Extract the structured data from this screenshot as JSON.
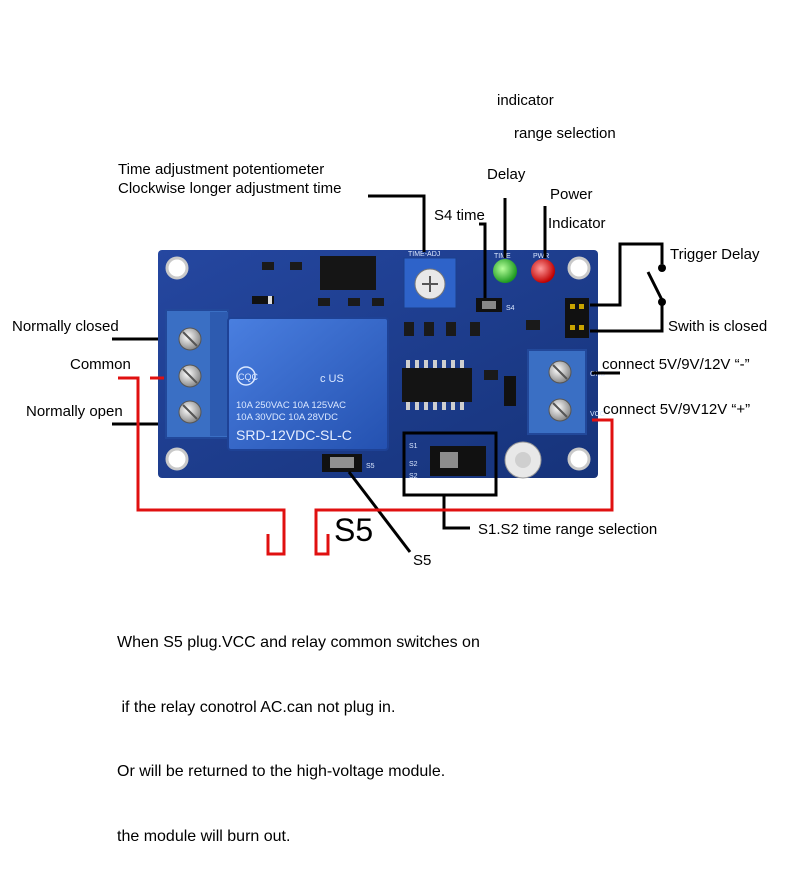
{
  "labels": {
    "indicator_top": "indicator",
    "range_selection": "range selection",
    "pot_line1": "Time adjustment potentiometer",
    "pot_line2": "Clockwise longer adjustment time",
    "delay": "Delay",
    "power": "Power",
    "indicator": "Indicator",
    "s4_time": "S4 time",
    "trigger_delay": "Trigger Delay",
    "switch_closed": "Swith is closed",
    "normally_closed": "Normally closed",
    "common": "Common",
    "normally_open": "Normally open",
    "connect_minus": "connect 5V/9V/12V “-”",
    "connect_plus": "connect 5V/9V12V “+”",
    "s5_big": "S5",
    "s5": "S5",
    "s1s2": "S1.S2 time range selection"
  },
  "board_silkscreen": {
    "relay_brand": "CQC",
    "relay_line1": "10A 250VAC  10A 125VAC",
    "relay_line2": "10A  30VDC  10A  28VDC",
    "relay_model": "SRD-12VDC-SL-C",
    "ul_mark": "c  US",
    "pot_label": "TIME-ADJ",
    "time_led_label": "TIME",
    "pwr_led_label": "PWR",
    "s5_label": "S5",
    "s4_label": "S4",
    "vcc_label": "VCC",
    "gnd_label": "GND",
    "s1_label": "S1",
    "s2_label": "S2",
    "s2_label2": "S2"
  },
  "note_lines": [
    "When S5 plug.VCC and relay common switches on",
    " if the relay conotrol AC.can not plug in.",
    "Or will be returned to the high-voltage module.",
    "the module will burn out."
  ],
  "colors": {
    "board_blue": "#1d3f8f",
    "relay_blue": "#2f64c8",
    "terminal_blue": "#3a6fc4",
    "led_green": "#37c436",
    "led_red": "#e02020",
    "wire_red": "#e01010",
    "wire_black": "#000000"
  }
}
